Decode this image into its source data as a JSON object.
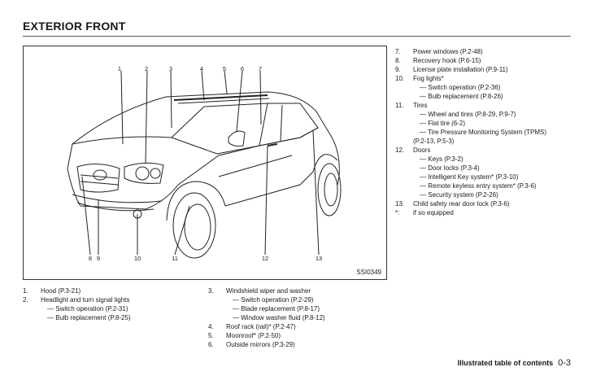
{
  "page": {
    "title": "EXTERIOR FRONT",
    "figure_code": "SSI0349",
    "footer_label": "Illustrated table of contents",
    "page_number": "0-3"
  },
  "callouts": {
    "top": [
      "1",
      "2",
      "3",
      "4",
      "5",
      "6",
      "7"
    ],
    "bottom": [
      "8",
      "9",
      "10",
      "11",
      "12",
      "13"
    ]
  },
  "right_list": [
    {
      "num": "7.",
      "text": "Power windows (P.2-48)"
    },
    {
      "num": "8.",
      "text": "Recovery hook (P.6-15)"
    },
    {
      "num": "9.",
      "text": "License plate installation (P.9-11)"
    },
    {
      "num": "10.",
      "text": "Fog lights*",
      "subs": [
        "Switch operation (P.2-36)",
        "Bulb replacement (P.8-26)"
      ]
    },
    {
      "num": "11.",
      "text": "Tires",
      "subs": [
        "Wheel and tires (P.8-29, P.9-7)",
        "Flat tire (6-2)",
        "Tire Pressure Monitoring System (TPMS)"
      ],
      "cont": "(P.2-13, P.5-3)"
    },
    {
      "num": "12.",
      "text": "Doors",
      "subs": [
        "Keys (P.3-2)",
        "Door locks (P.3-4)",
        "Intelligent Key system* (P.3-10)",
        "Remote keyless entry system* (P.3-6)",
        "Security system (P.2-26)"
      ]
    },
    {
      "num": "13.",
      "text": "Child safety rear door lock (P.3-6)"
    },
    {
      "num": "*:",
      "text": "if so equipped"
    }
  ],
  "bottom_left_list": [
    {
      "num": "1.",
      "text": "Hood (P.3-21)"
    },
    {
      "num": "2.",
      "text": "Headlight and turn signal lights",
      "subs": [
        "Switch operation (P.2-31)",
        "Bulb replacement (P.8-25)"
      ]
    }
  ],
  "bottom_mid_list": [
    {
      "num": "3.",
      "text": "Windshield wiper and washer",
      "subs": [
        "Switch operation (P.2-29)",
        "Blade replacement (P.8-17)",
        "Window washer fluid (P.8-12)"
      ]
    },
    {
      "num": "4.",
      "text": "Roof rack (rail)* (P.2-47)"
    },
    {
      "num": "5.",
      "text": "Moonroof* (P.2-50)"
    },
    {
      "num": "6.",
      "text": "Outside mirrors (P.3-29)"
    }
  ]
}
